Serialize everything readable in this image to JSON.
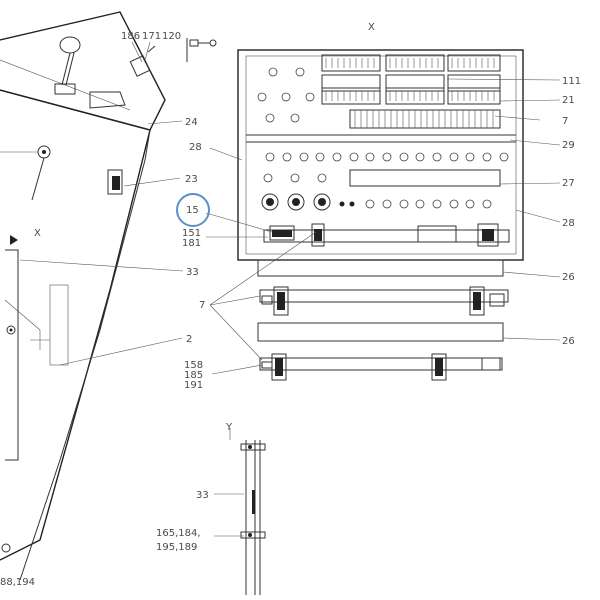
{
  "view_labels": {
    "x_top": "X",
    "x_left": "X",
    "y_section": "Y"
  },
  "callouts": {
    "c186": "186",
    "c171": "171",
    "c120": "120",
    "c24": "24",
    "c28a": "28",
    "c23": "23",
    "c15": "15",
    "c151": "151",
    "c181": "181",
    "c33": "33",
    "c2": "2",
    "c7": "7",
    "c158": "158",
    "c185": "185",
    "c191": "191",
    "c111": "111",
    "c21": "21",
    "c7r": "7",
    "c29": "29",
    "c27": "27",
    "c28b": "28",
    "c26a": "26",
    "c26b": "26",
    "c33y": "33",
    "c165": "165,184,",
    "c195": "195,189",
    "c188": "88,194"
  },
  "highlight": {
    "callout": "15",
    "color": "#5b8fc7"
  }
}
